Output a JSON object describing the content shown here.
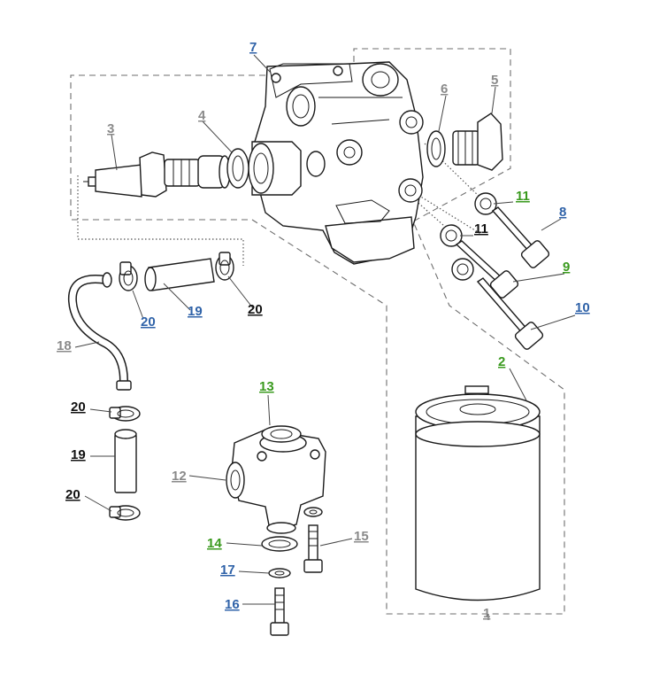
{
  "callouts": [
    {
      "id": "c1",
      "label": "1",
      "color": "gray"
    },
    {
      "id": "c2",
      "label": "2",
      "color": "green"
    },
    {
      "id": "c3",
      "label": "3",
      "color": "gray"
    },
    {
      "id": "c4",
      "label": "4",
      "color": "gray"
    },
    {
      "id": "c5",
      "label": "5",
      "color": "gray"
    },
    {
      "id": "c6",
      "label": "6",
      "color": "gray"
    },
    {
      "id": "c7",
      "label": "7",
      "color": "blue"
    },
    {
      "id": "c8",
      "label": "8",
      "color": "blue"
    },
    {
      "id": "c9",
      "label": "9",
      "color": "green"
    },
    {
      "id": "c10",
      "label": "10",
      "color": "blue"
    },
    {
      "id": "c11a",
      "label": "11",
      "color": "green"
    },
    {
      "id": "c11b",
      "label": "11",
      "color": "black"
    },
    {
      "id": "c12",
      "label": "12",
      "color": "gray"
    },
    {
      "id": "c13",
      "label": "13",
      "color": "green"
    },
    {
      "id": "c14",
      "label": "14",
      "color": "green"
    },
    {
      "id": "c15",
      "label": "15",
      "color": "gray"
    },
    {
      "id": "c16",
      "label": "16",
      "color": "blue"
    },
    {
      "id": "c17",
      "label": "17",
      "color": "blue"
    },
    {
      "id": "c18",
      "label": "18",
      "color": "gray"
    },
    {
      "id": "c19a",
      "label": "19",
      "color": "blue"
    },
    {
      "id": "c19b",
      "label": "19",
      "color": "black"
    },
    {
      "id": "c20a",
      "label": "20",
      "color": "blue"
    },
    {
      "id": "c20b",
      "label": "20",
      "color": "black"
    },
    {
      "id": "c20c",
      "label": "20",
      "color": "black"
    },
    {
      "id": "c20d",
      "label": "20",
      "color": "black"
    }
  ],
  "colors": {
    "gray": "#8a8a8a",
    "green": "#3a9a1e",
    "blue": "#2f62a8",
    "black": "#111111"
  }
}
